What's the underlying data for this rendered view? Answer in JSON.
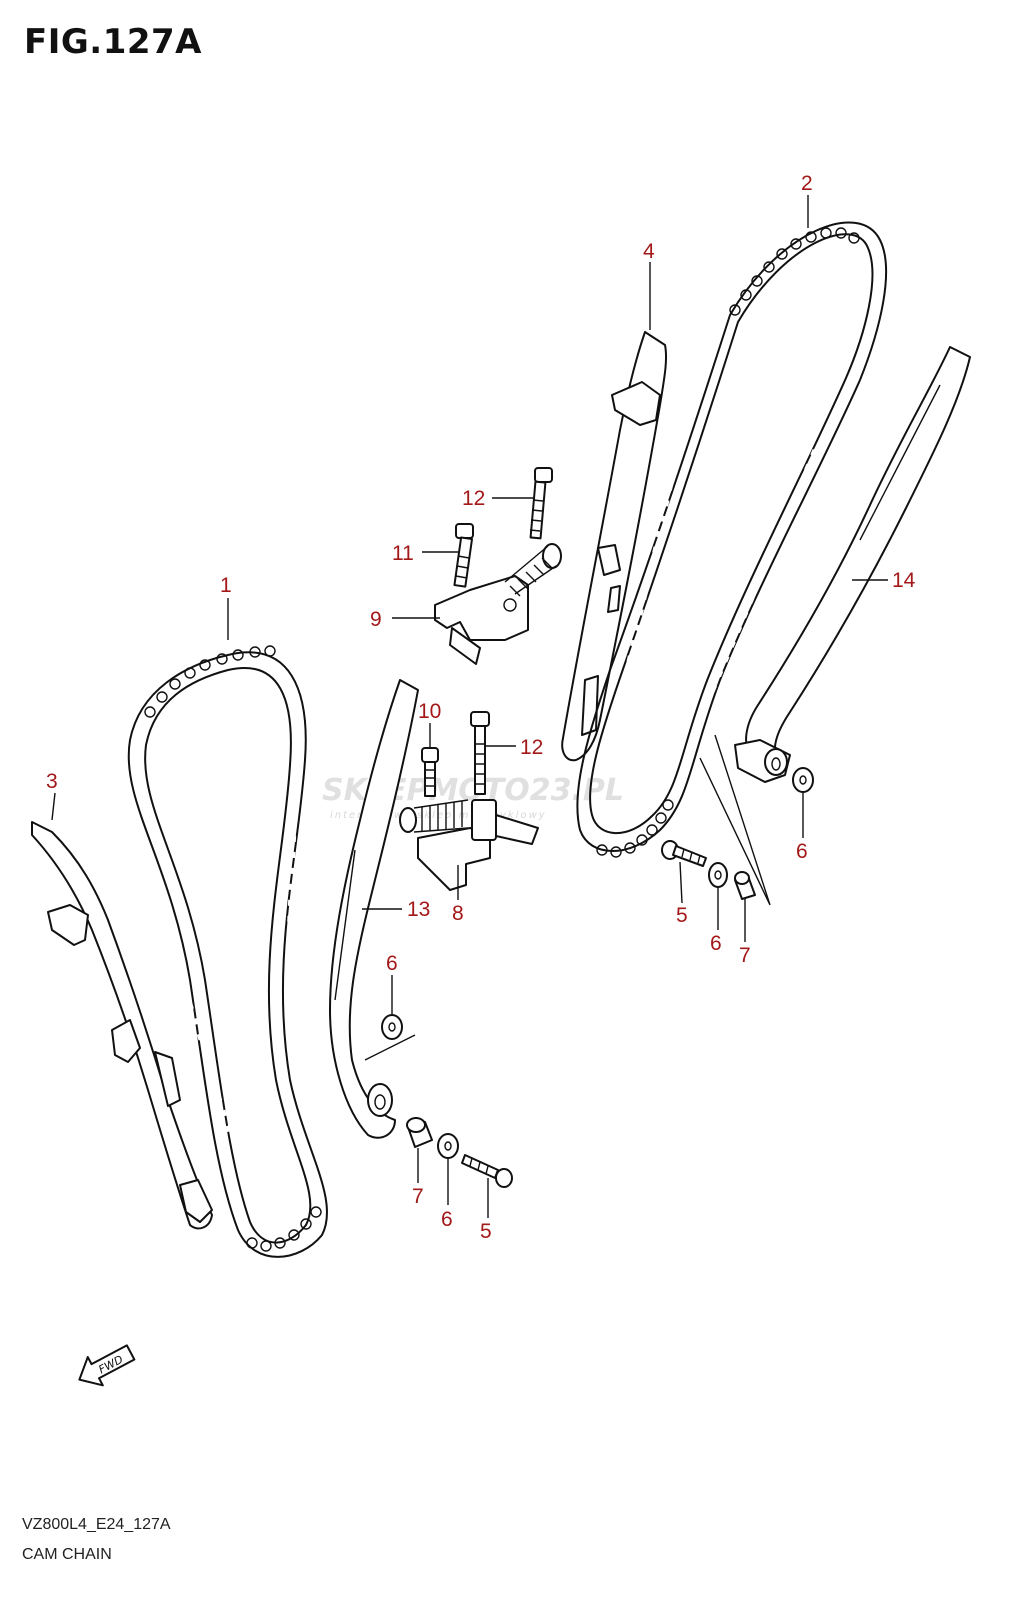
{
  "figure": {
    "title": "FIG.127A",
    "model_code": "VZ800L4_E24_127A",
    "name": "CAM CHAIN"
  },
  "callouts": [
    {
      "id": "c1",
      "label": "1"
    },
    {
      "id": "c2",
      "label": "2"
    },
    {
      "id": "c3",
      "label": "3"
    },
    {
      "id": "c4",
      "label": "4"
    },
    {
      "id": "c5a",
      "label": "5"
    },
    {
      "id": "c5b",
      "label": "5"
    },
    {
      "id": "c6a",
      "label": "6"
    },
    {
      "id": "c6b",
      "label": "6"
    },
    {
      "id": "c6c",
      "label": "6"
    },
    {
      "id": "c6d",
      "label": "6"
    },
    {
      "id": "c7a",
      "label": "7"
    },
    {
      "id": "c7b",
      "label": "7"
    },
    {
      "id": "c8",
      "label": "8"
    },
    {
      "id": "c9",
      "label": "9"
    },
    {
      "id": "c10",
      "label": "10"
    },
    {
      "id": "c11",
      "label": "11"
    },
    {
      "id": "c12a",
      "label": "12"
    },
    {
      "id": "c12b",
      "label": "12"
    },
    {
      "id": "c13",
      "label": "13"
    },
    {
      "id": "c14",
      "label": "14"
    }
  ],
  "watermark": {
    "main": "SKLEPMOTO23.PL",
    "sub": "internetowy sklep motocyklowy"
  },
  "fwd_arrow": {
    "label": "FWD"
  },
  "colors": {
    "callout": "#a31818",
    "line": "#111111",
    "watermark": "#c8c8c8"
  }
}
